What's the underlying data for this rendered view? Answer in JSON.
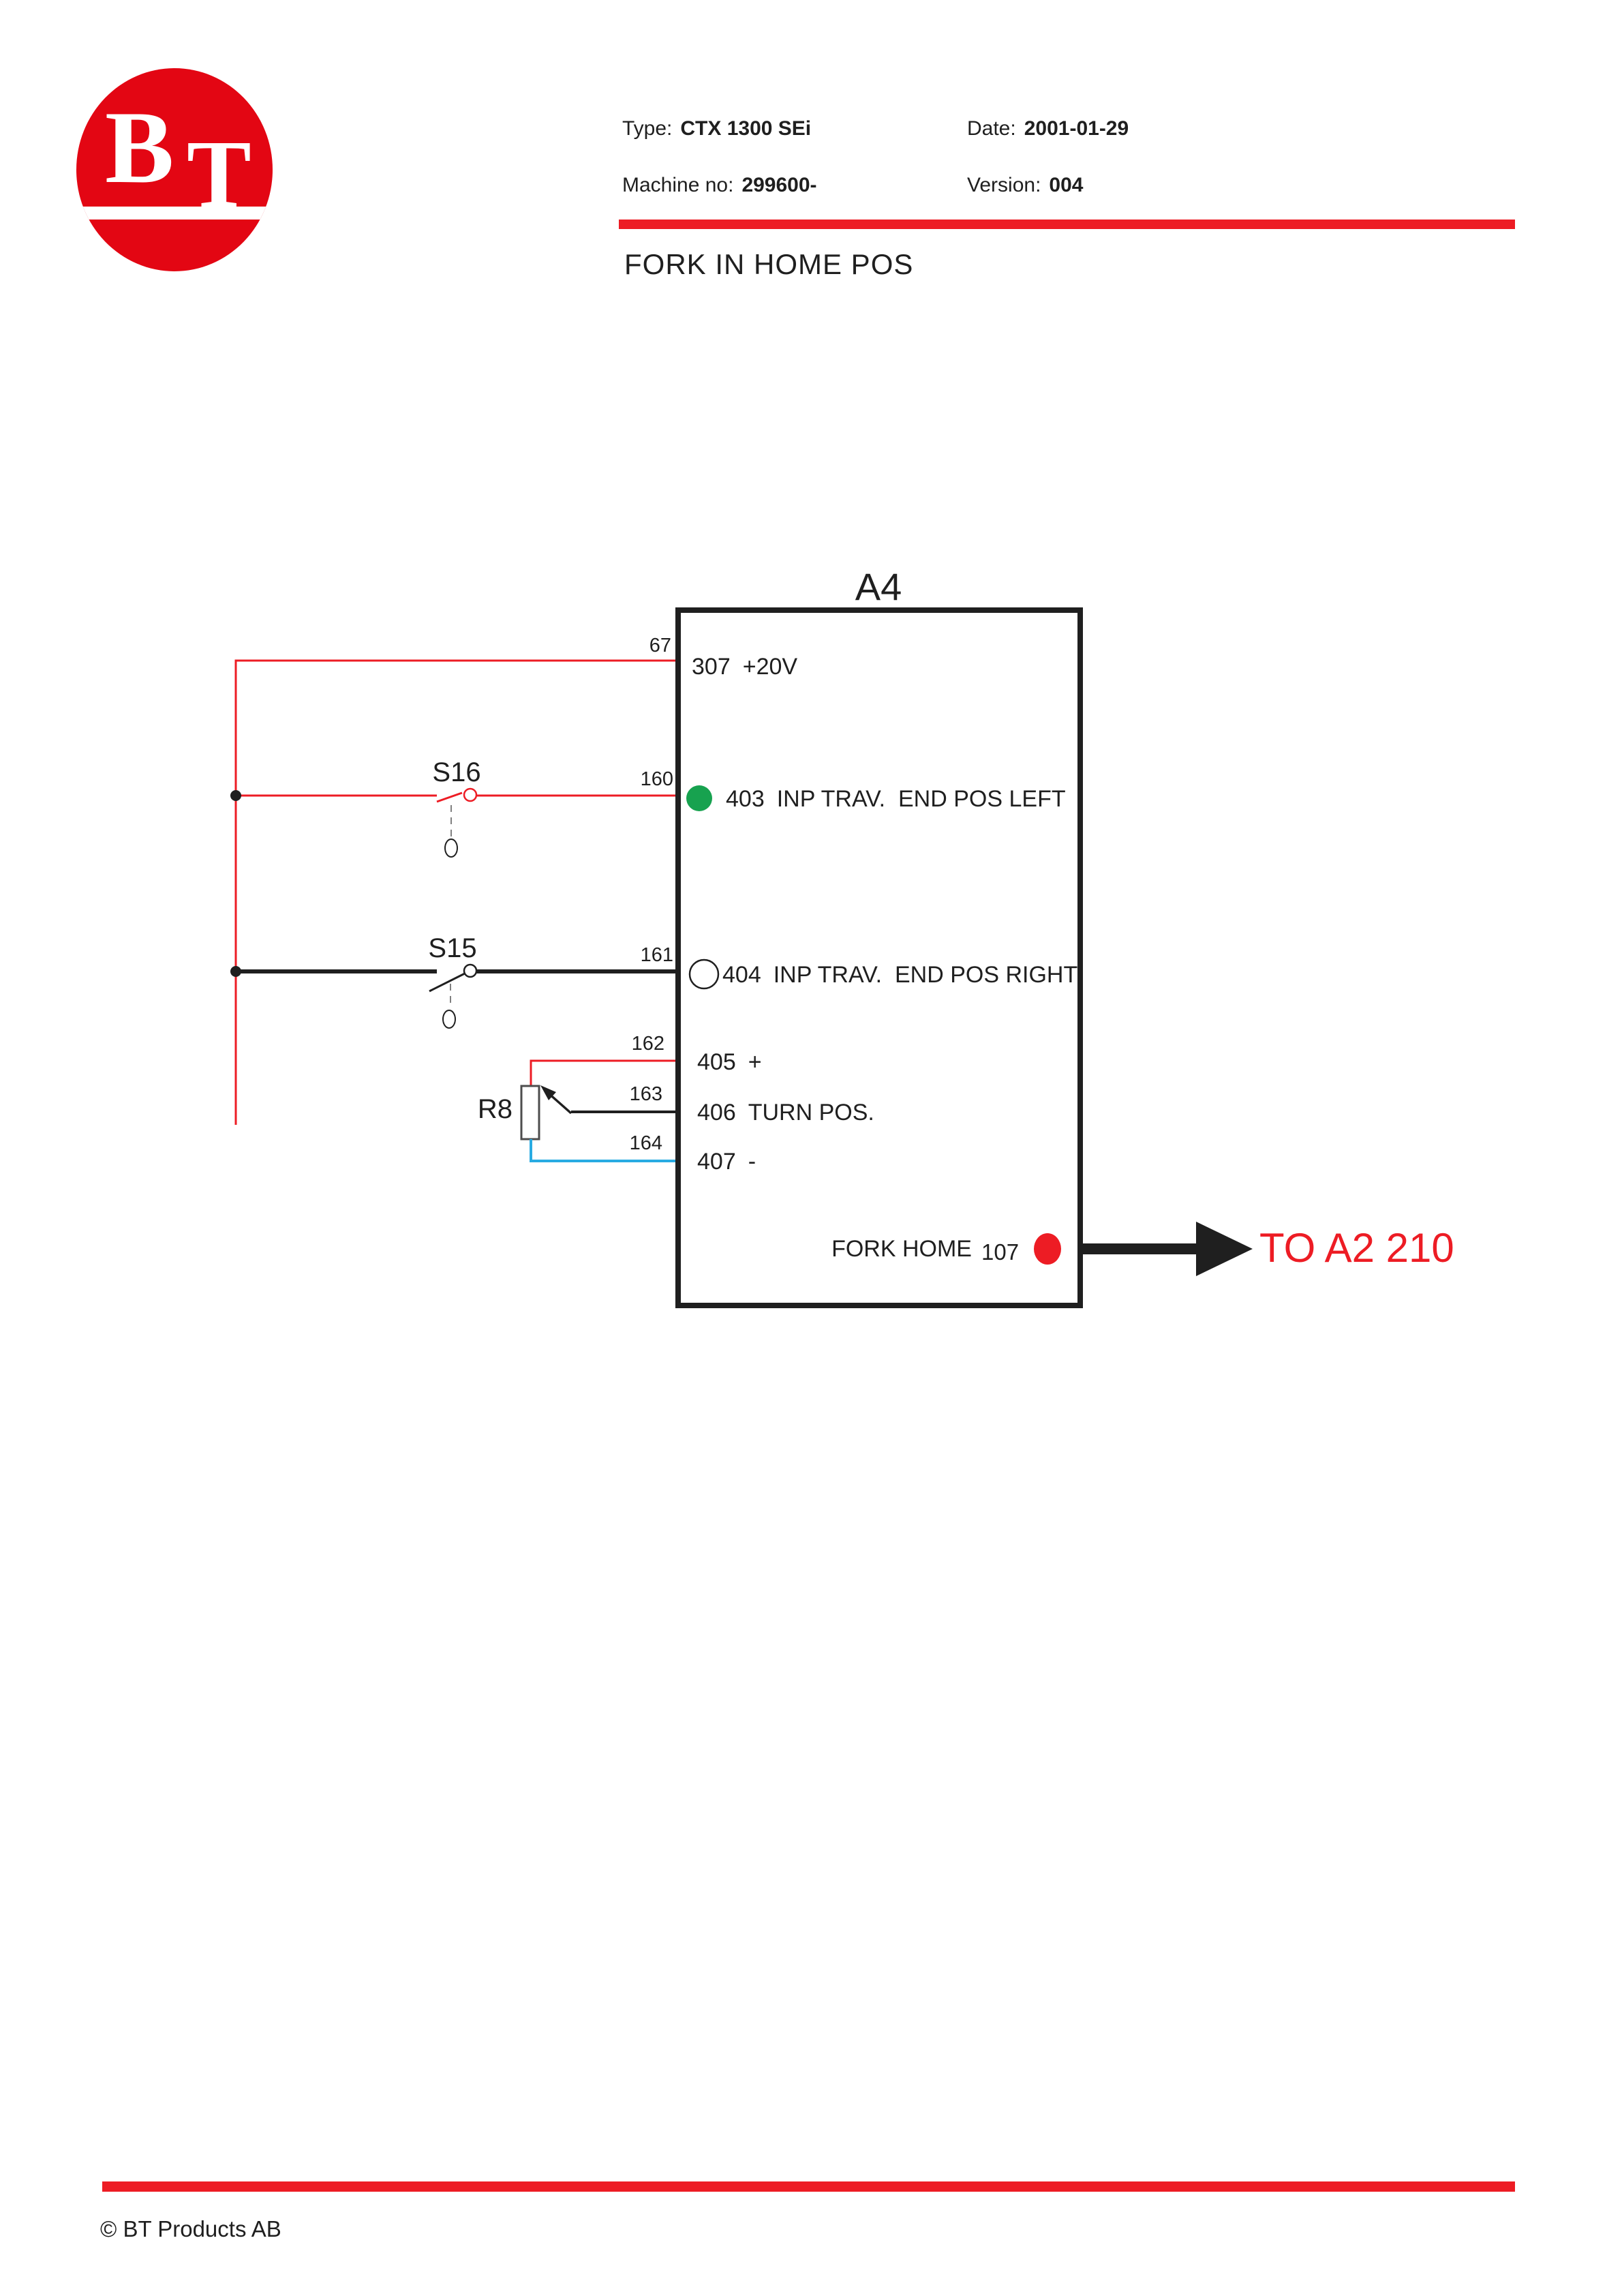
{
  "colors": {
    "red": "#ed1c24",
    "logo_red": "#e30613",
    "green": "#17a24f",
    "blue": "#29abe2",
    "ink": "#1f1f1f"
  },
  "logo": {
    "letter_b": "B",
    "letter_t": "T"
  },
  "header": {
    "type_label": "Type:",
    "type_value": "CTX 1300 SEi",
    "date_label": "Date:",
    "date_value": "2001-01-29",
    "machine_label": "Machine no:",
    "machine_value": "299600-",
    "version_label": "Version:",
    "version_value": "004",
    "title": "FORK IN HOME POS"
  },
  "diagram": {
    "unit_label": "A4",
    "switch_s16": "S16",
    "switch_s15": "S15",
    "resistor": "R8",
    "wire_labels": {
      "w67": "67",
      "w160": "160",
      "w161": "161",
      "w162": "162",
      "w163": "163",
      "w164": "164"
    },
    "pins": {
      "p307": {
        "num": "307",
        "label": "+20V"
      },
      "p403": {
        "num": "403",
        "label": "INP TRAV.  END POS LEFT"
      },
      "p404": {
        "num": "404",
        "label": "INP TRAV.  END POS RIGHT"
      },
      "p405": {
        "num": "405",
        "label": "+"
      },
      "p406": {
        "num": "406",
        "label": "TURN POS."
      },
      "p407": {
        "num": "407",
        "label": "-"
      }
    },
    "fork_home_label": "FORK HOME",
    "fork_home_pin": "107",
    "arrow_target": "TO A2 210"
  },
  "footer": {
    "copyright": "© BT Products AB"
  }
}
